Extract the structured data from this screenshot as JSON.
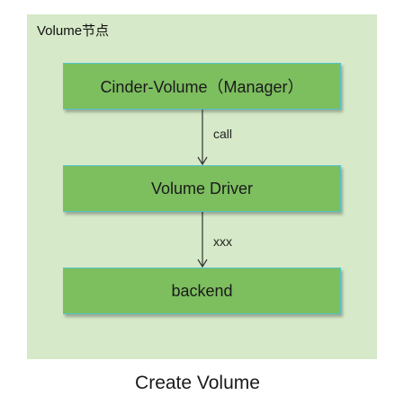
{
  "diagram": {
    "container_label": "Volume节点",
    "nodes": [
      {
        "id": "manager",
        "label": "Cinder-Volume（Manager）"
      },
      {
        "id": "driver",
        "label": "Volume Driver"
      },
      {
        "id": "backend",
        "label": "backend"
      }
    ],
    "edges": [
      {
        "from": "manager",
        "to": "driver",
        "label": "call"
      },
      {
        "from": "driver",
        "to": "backend",
        "label": "xxx"
      }
    ],
    "caption": "Create Volume",
    "colors": {
      "container_fill": "#d6e9c8",
      "node_fill": "#7dbe5f",
      "node_border": "#53c3c8"
    }
  }
}
